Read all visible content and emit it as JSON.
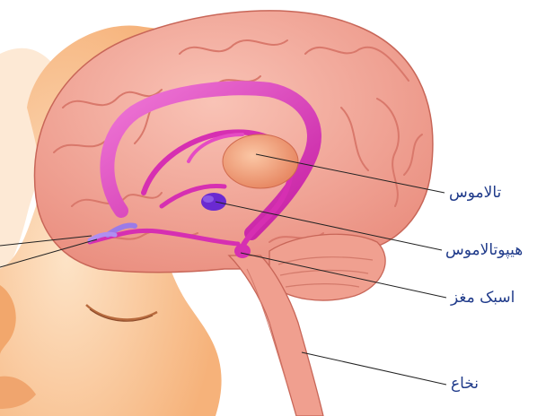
{
  "labels": {
    "thalamus": "تالاموس",
    "hypothalamus": "هیپوتالاموس",
    "medulla_brain": "اسبک مغز",
    "spinal_cord": "نخاع"
  },
  "colors": {
    "label_text": "#1f3a8a",
    "brain": "#f2a89a",
    "brain_fold": "#d9786b",
    "limbic": "#e43fc0",
    "thalamus": "#f2a07e",
    "hypothalamus": "#6a2ad1",
    "skin": "#f8c79a"
  }
}
